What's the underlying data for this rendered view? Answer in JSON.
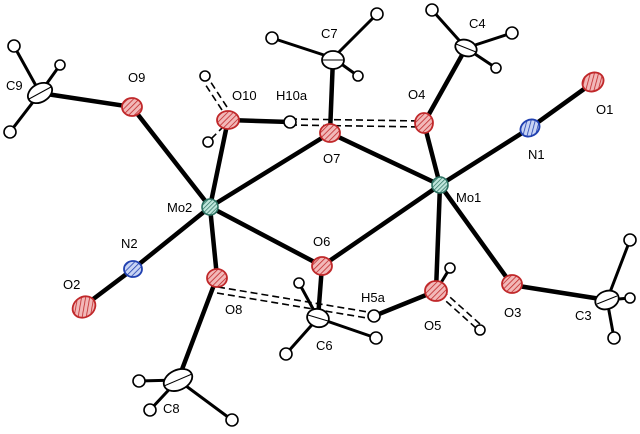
{
  "diagram": {
    "labels": {
      "C9": "C9",
      "O9": "O9",
      "O10": "O10",
      "H10a": "H10a",
      "C7": "C7",
      "C4": "C4",
      "O4": "O4",
      "N1": "N1",
      "O1": "O1",
      "O7": "O7",
      "Mo1": "Mo1",
      "Mo2": "Mo2",
      "N2": "N2",
      "O6": "O6",
      "O2": "O2",
      "O8": "O8",
      "H5a": "H5a",
      "O5": "O5",
      "O3": "O3",
      "C3": "C3",
      "C6": "C6",
      "C8": "C8"
    },
    "colors": {
      "oxygen": "#e8a0a0",
      "oxygen_edge": "#c0282a",
      "nitrogen": "#a8b8e8",
      "nitrogen_edge": "#2040b0",
      "molybdenum": "#8fd0c0",
      "molybdenum_edge": "#2a7060",
      "carbon": "#ffffff",
      "hydrogen": "#ffffff"
    }
  }
}
